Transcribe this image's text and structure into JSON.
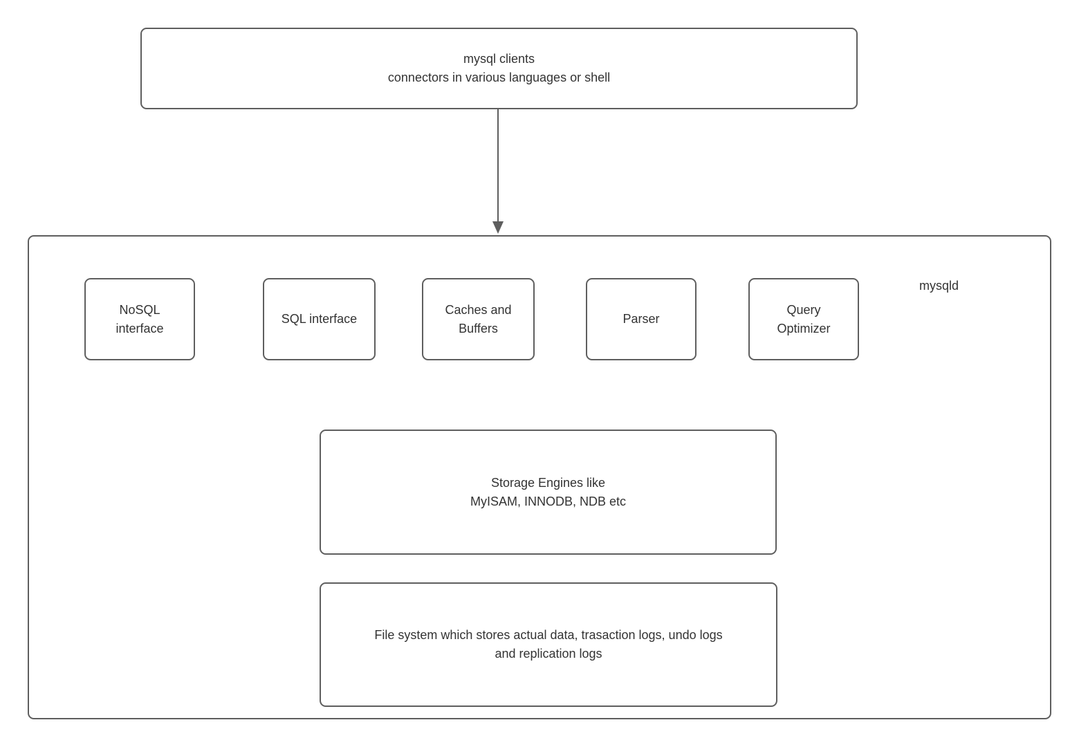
{
  "colors": {
    "border": "#5e5e5e",
    "arrow": "#5e5e5e",
    "text": "#333333",
    "background": "#ffffff"
  },
  "nodes": {
    "clients": {
      "label": "mysql clients\nconnectors in various languages or shell"
    },
    "mysqld": {
      "label": "mysqld"
    },
    "nosql_interface": {
      "label": "NoSQL\ninterface"
    },
    "sql_interface": {
      "label": "SQL interface"
    },
    "caches_buffers": {
      "label": "Caches and\nBuffers"
    },
    "parser": {
      "label": "Parser"
    },
    "query_optimizer": {
      "label": "Query\nOptimizer"
    },
    "storage_engines": {
      "label": "Storage Engines like\nMyISAM, INNODB, NDB etc"
    },
    "file_system": {
      "label": "File system which stores actual data, trasaction logs, undo logs\nand replication logs"
    }
  },
  "connections": [
    {
      "from": "clients",
      "to": "mysqld",
      "type": "arrow-down"
    }
  ]
}
